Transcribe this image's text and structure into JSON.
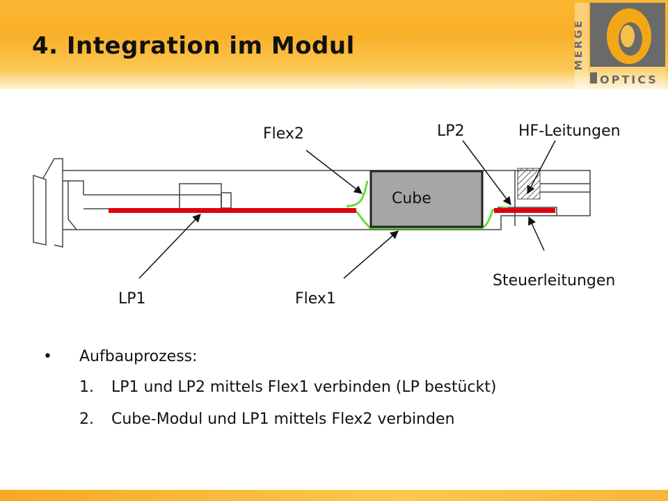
{
  "header": {
    "title": "4. Integration im Modul"
  },
  "logo": {
    "top_text": "MERGE",
    "bottom_text": "OPTICS"
  },
  "diagram": {
    "cube_label": "Cube",
    "labels": {
      "flex2": "Flex2",
      "lp2": "LP2",
      "hf": "HF-Leitungen",
      "steuer": "Steuerleitungen",
      "lp1": "LP1",
      "flex1": "Flex1"
    },
    "colors": {
      "board": "#e0000f",
      "flex": "#66dd33",
      "cube": "#a6a6a6",
      "hatch": "#666666"
    }
  },
  "process": {
    "bullet": "•",
    "heading": "Aufbauprozess:",
    "steps": [
      {
        "num": "1.",
        "text": "LP1 und LP2 mittels Flex1 verbinden (LP bestückt)"
      },
      {
        "num": "2.",
        "text": "Cube-Modul und LP1 mittels Flex2 verbinden"
      }
    ]
  }
}
